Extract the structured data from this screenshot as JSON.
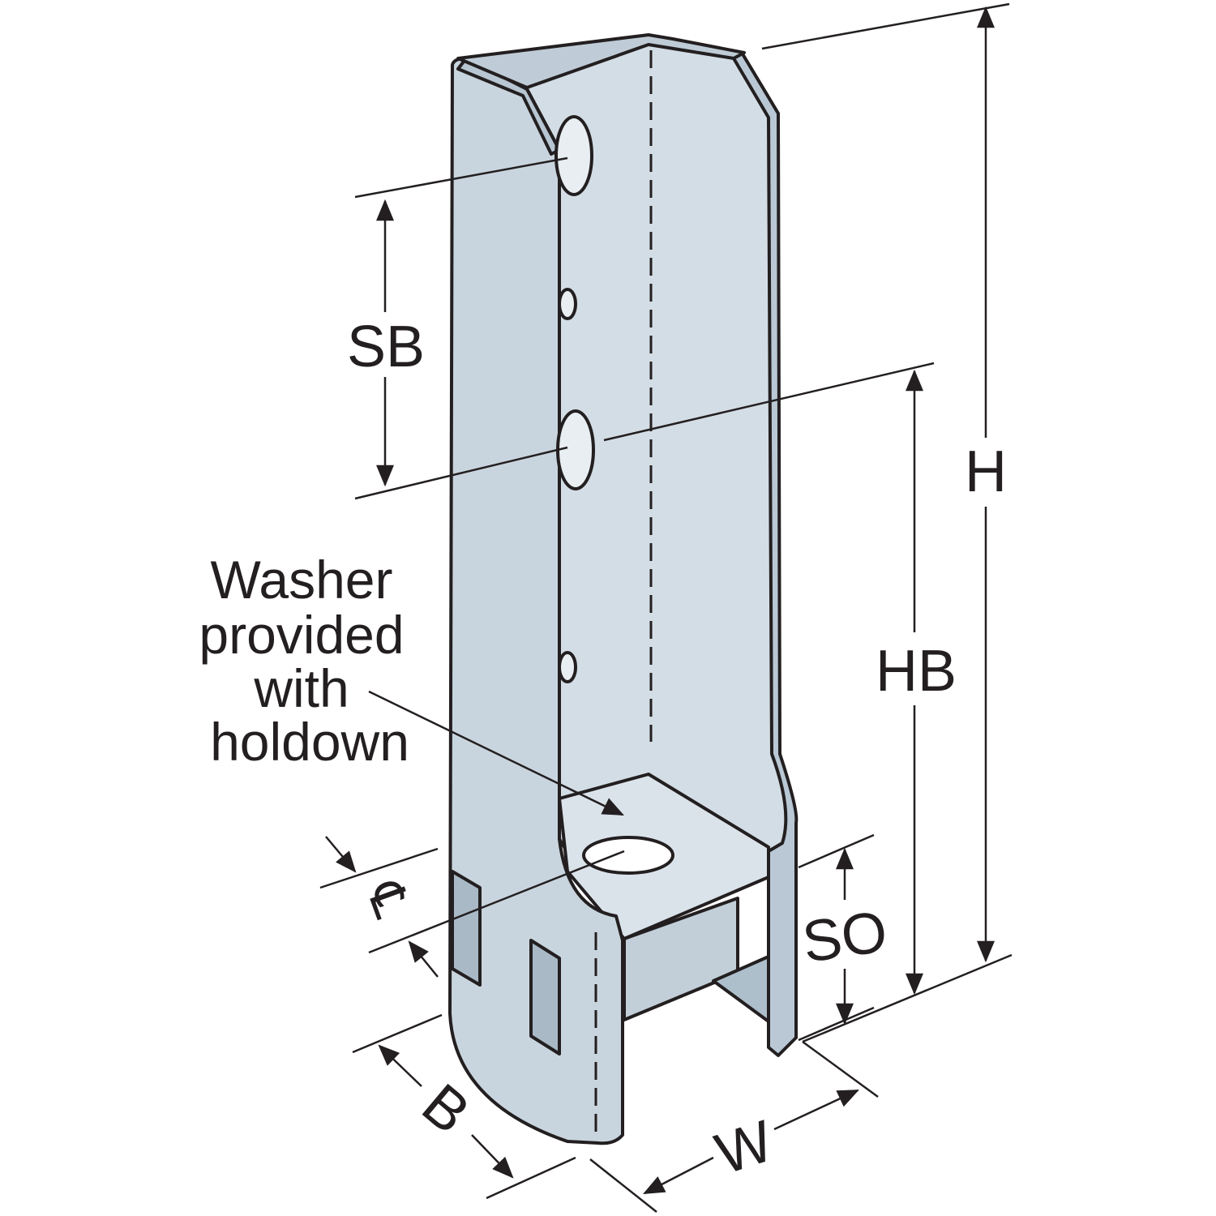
{
  "diagram": {
    "dimension_labels": {
      "H": "H",
      "HB": "HB",
      "SB": "SB",
      "SO": "SO",
      "W": "W",
      "B": "B",
      "CL": "℄"
    },
    "callout": {
      "lines": [
        "Washer",
        "provided",
        "with",
        "holdown"
      ]
    },
    "colors": {
      "metal_front": "#c9d5de",
      "metal_inner": "#d3dde5",
      "metal_dark": "#a9b9c6",
      "line": "#231f20",
      "background": "#ffffff"
    }
  }
}
